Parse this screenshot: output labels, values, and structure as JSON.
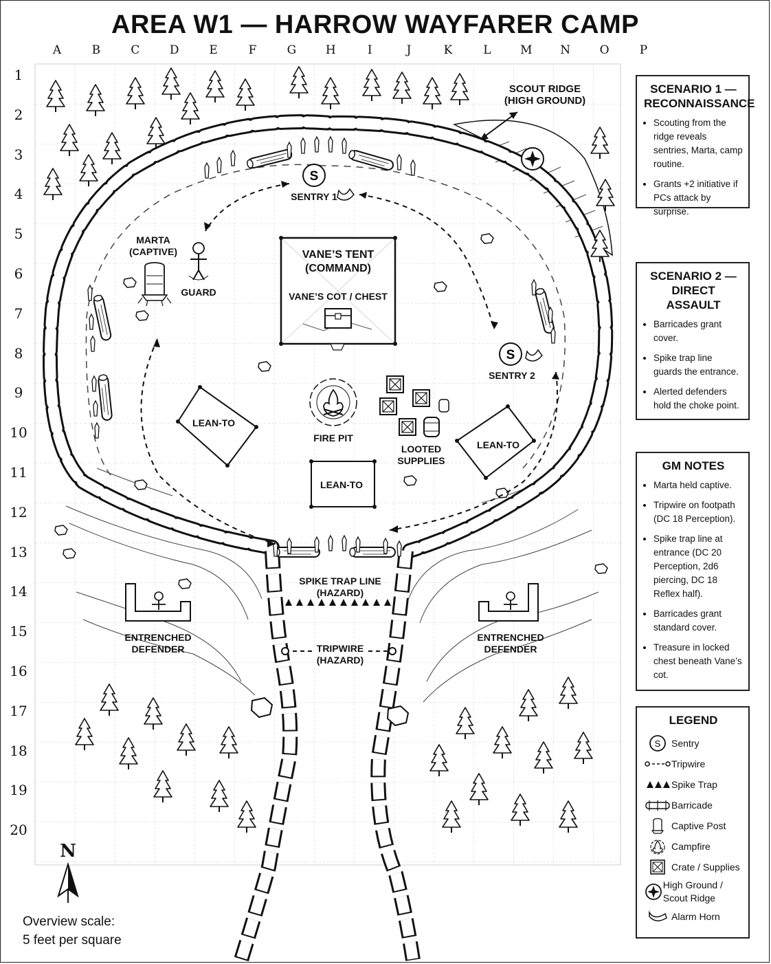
{
  "title": "AREA W1 — HARROW WAYFARER CAMP",
  "grid": {
    "columns": [
      "A",
      "B",
      "C",
      "D",
      "E",
      "F",
      "G",
      "H",
      "I",
      "J",
      "K",
      "L",
      "M",
      "N",
      "O",
      "P"
    ],
    "rows": [
      "1",
      "2",
      "3",
      "4",
      "5",
      "6",
      "7",
      "8",
      "9",
      "10",
      "11",
      "12",
      "13",
      "14",
      "15",
      "16",
      "17",
      "18",
      "19",
      "20"
    ]
  },
  "map_labels": {
    "scout_ridge": "SCOUT RIDGE",
    "scout_ridge_sub": "(HIGH GROUND)",
    "sentry1": "SENTRY 1",
    "sentry2": "SENTRY 2",
    "marta": "MARTA",
    "marta_sub": "(CAPTIVE)",
    "guard": "GUARD",
    "vanes_tent": "VANE’S TENT",
    "vanes_tent_sub": "(COMMAND)",
    "vanes_cot": "VANE’S COT / CHEST",
    "lean_to_left": "LEAN-TO",
    "lean_to_right": "LEAN-TO",
    "lean_to_center": "LEAN-TO",
    "fire_pit": "FIRE PIT",
    "looted_supplies": "LOOTED",
    "looted_supplies_sub": "SUPPLIES",
    "spike_trap_line": "SPIKE TRAP LINE",
    "spike_trap_sub": "(HAZARD)",
    "tripwire": "TRIPWIRE",
    "tripwire_sub": "(HAZARD)",
    "defender_left": "ENTRENCHED",
    "defender_left_sub": "DEFENDER",
    "defender_right": "ENTRENCHED",
    "defender_right_sub": "DEFENDER",
    "sentry_letter": "S"
  },
  "scenario1": {
    "title_line1": "SCENARIO 1 —",
    "title_line2": "RECONNAISSANCE",
    "items": [
      "Scouting from the ridge reveals sentries, Marta, camp routine.",
      "Grants +2 initiative if PCs attack by surprise."
    ]
  },
  "scenario2": {
    "title_line1": "SCENARIO 2 —",
    "title_line2": "DIRECT ASSAULT",
    "items": [
      "Barricades grant cover.",
      "Spike trap line guards the entrance.",
      "Alerted defenders hold the choke point."
    ]
  },
  "gm_notes": {
    "title": "GM NOTES",
    "items": [
      "Marta held captive.",
      "Tripwire on footpath (DC 18 Perception).",
      "Spike trap line at entrance (DC 20 Perception, 2d6 piercing, DC 18 Reflex half).",
      "Barricades grant standard cover.",
      "Treasure in locked chest beneath Vane’s cot."
    ]
  },
  "legend": {
    "title": "LEGEND",
    "items": [
      {
        "icon": "sentry-icon",
        "label": "Sentry"
      },
      {
        "icon": "tripwire-icon",
        "label": "Tripwire"
      },
      {
        "icon": "spike-trap-icon",
        "label": "Spike Trap"
      },
      {
        "icon": "barricade-icon",
        "label": "Barricade"
      },
      {
        "icon": "captive-post-icon",
        "label": "Captive Post"
      },
      {
        "icon": "campfire-icon",
        "label": "Campfire"
      },
      {
        "icon": "crate-icon",
        "label": "Crate / Supplies"
      },
      {
        "icon": "high-ground-icon",
        "label": "High Ground / Scout Ridge"
      },
      {
        "icon": "alarm-horn-icon",
        "label": "Alarm Horn"
      }
    ]
  },
  "compass": "N",
  "scale": {
    "line1": "Overview scale:",
    "line2": "5 feet per square"
  }
}
